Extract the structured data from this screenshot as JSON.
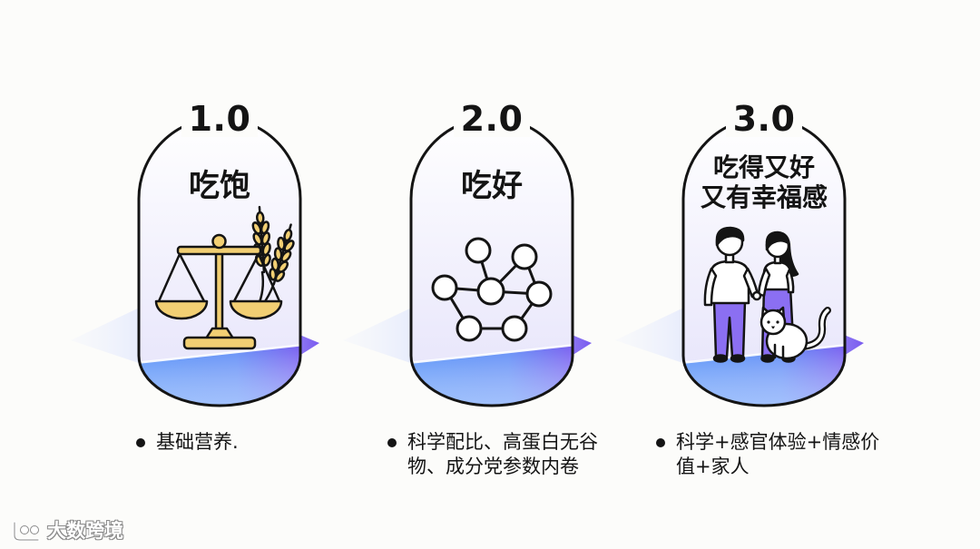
{
  "watermark": {
    "text": "大数跨境",
    "logo_icon": "brand-logo-icon"
  },
  "cards": [
    {
      "version": "1.0",
      "title_lines": [
        "吃饱"
      ],
      "icon": "balance-scale-wheat-icon",
      "bullet_lines": [
        "基础营养."
      ]
    },
    {
      "version": "2.0",
      "title_lines": [
        "吃好"
      ],
      "icon": "molecule-network-icon",
      "bullet_lines": [
        "科学配比、高蛋白无谷",
        "物、成分党参数内卷"
      ]
    },
    {
      "version": "3.0",
      "title_lines": [
        "吃得又好",
        "又有幸福感"
      ],
      "icon": "couple-with-cat-icon",
      "bullet_lines": [
        "科学+感官体验+情感价",
        "值+家人"
      ]
    }
  ],
  "colors": {
    "outline": "#141414",
    "background": "#fcfcfa",
    "card_lavender": "#e9e7fb",
    "band_blue": "#4f8df7",
    "band_purple": "#7a5bef",
    "icon_gold": "#f2cf73",
    "figure_purple": "#8b6ff2"
  }
}
